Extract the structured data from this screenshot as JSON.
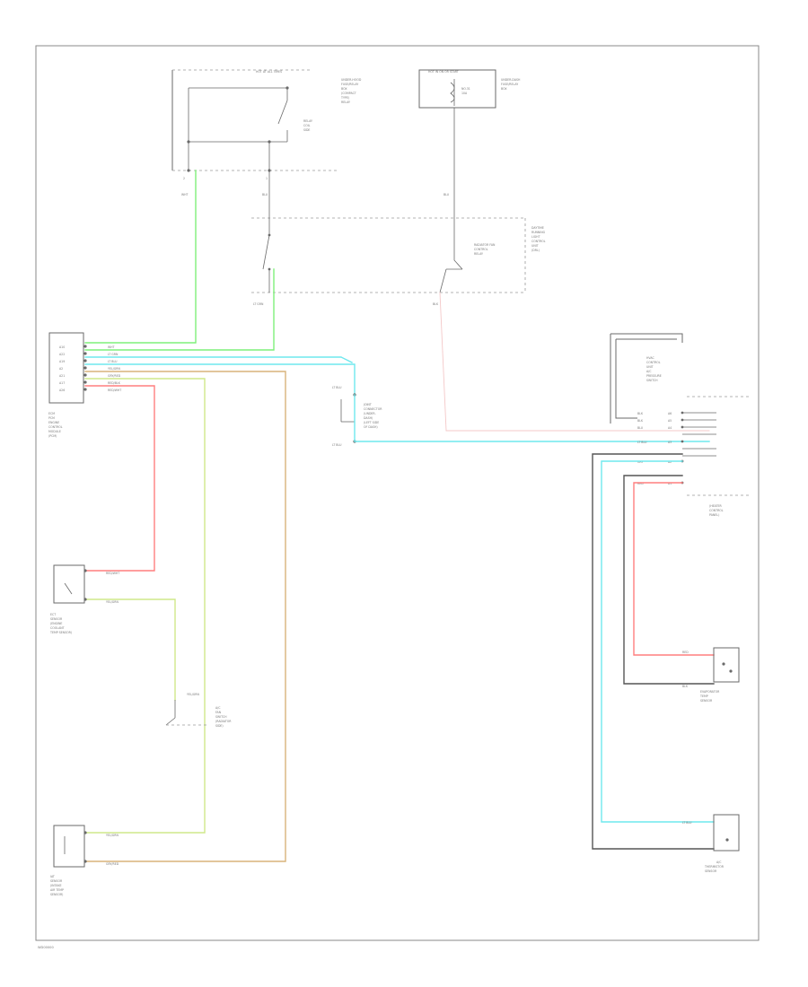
{
  "figure_code": "WD00000",
  "colors": {
    "green": "#7ff07a",
    "cyan": "#6fe8ee",
    "red": "#ff7f7f",
    "yellow_green": "#cfe88a",
    "tan": "#d8b37a",
    "black": "#555555",
    "pink_faint": "#f4c8c8",
    "frame": "#8a8a8a"
  },
  "components": {
    "fuse_box_top_left": {
      "header": "HOT AT ALL TIMES",
      "side_lines": [
        "UNDER-HOOD",
        "FUSE/RELAY",
        "BOX",
        "(COMPACT",
        "TYPE)",
        "RELAY"
      ],
      "relay_label": [
        "RELAY",
        "COIL",
        "SIDE"
      ],
      "pin_left": "2",
      "pin_right": "1",
      "wire_left": "WHT",
      "wire_right": "BLU"
    },
    "fuse_box_top_right": {
      "header": "HOT IN ON OR START",
      "fuse_label": [
        "NO.31",
        "10A"
      ],
      "side_lines": [
        "UNDER-DASH",
        "FUSE/RELAY",
        "BOX"
      ],
      "wire": "BLU"
    },
    "relay_box_middle": {
      "relay_label": [
        "RADIATOR FAN",
        "CONTROL",
        "RELAY"
      ],
      "side_lines": [
        "DAYTIME",
        "RUNNING",
        "LIGHT",
        "CONTROL",
        "UNIT",
        "(DRL)"
      ],
      "wire_left": "LT GRN",
      "wire_right": "BLK"
    },
    "pcm": {
      "lines": [
        "ECM",
        "PCM",
        "ENGINE",
        "CONTROL",
        "MODULE",
        "(PCM)"
      ],
      "pins": [
        "A10",
        "A22",
        "A19",
        "A2",
        "A21",
        "A17",
        "A26"
      ],
      "wires": [
        "WHT",
        "LT GRN",
        "LT BLU",
        "YEL/GRN",
        "GRY/RED",
        "RED/BLK",
        "RED/WHT"
      ]
    },
    "junction": {
      "label": [
        "JOINT",
        "CONNECTOR",
        "(UNDER-",
        "DASH)",
        "(LEFT SIDE",
        "OF DASH)"
      ],
      "wire_top": "LT BLU",
      "wire_bottom": "LT BLU"
    },
    "hvac_control": {
      "lines": [
        "HVAC",
        "CONTROL",
        "UNIT"
      ],
      "sub": [
        "A/C",
        "PRESSURE",
        "SWITCH",
        "(HEATER",
        "CONTROL",
        "PANEL)"
      ],
      "pins": [
        "A6",
        "A5",
        "A4",
        "A3",
        "A2",
        "A1"
      ],
      "wires": [
        "BLK",
        "BLK",
        "BLU",
        "LT BLU",
        "GRY",
        "RED"
      ]
    },
    "eng_coolant_sensor": {
      "label": [
        "ECT",
        "SENSOR",
        "(ENGINE",
        "COOLANT",
        "TEMP SENSOR)"
      ],
      "wire_top": "RED/WHT",
      "wire_bottom": "YEL/GRN"
    },
    "fan_switch": {
      "label": [
        "A/C",
        "FAN",
        "SWITCH",
        "(RADIATOR",
        "SIDE)"
      ],
      "wire": "YEL/GRN"
    },
    "intake_air_sensor": {
      "label": [
        "IAT",
        "SENSOR",
        "(INTAKE",
        "AIR TEMP",
        "SENSOR)"
      ],
      "wire_top": "YEL/GRN",
      "wire_bottom": "GRY/RED"
    },
    "evap_temp_sensor": {
      "label": [
        "EVAPORATOR",
        "TEMP",
        "SENSOR"
      ],
      "wire_top": "RED",
      "wire_bottom": "BLK"
    },
    "ac_thermistor": {
      "label": [
        "A/C",
        "THERMISTOR",
        "SENSOR"
      ],
      "wire": "LT BLU"
    }
  }
}
